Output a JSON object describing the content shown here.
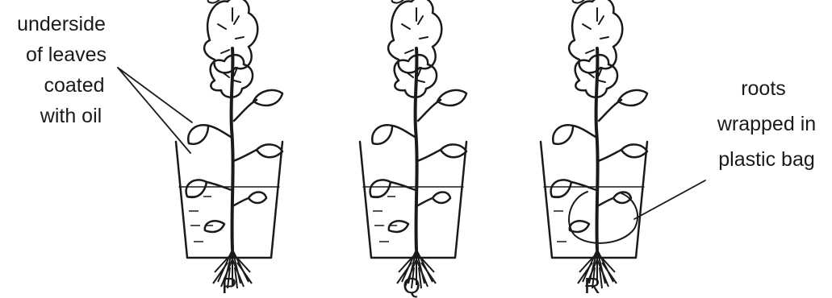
{
  "annotations": {
    "oil_note": [
      "underside",
      "of leaves",
      "coated",
      "with oil"
    ],
    "bag_note": [
      "roots",
      "wrapped in",
      "plastic bag"
    ]
  },
  "setups": [
    {
      "label": "P"
    },
    {
      "label": "Q"
    },
    {
      "label": "R"
    }
  ]
}
